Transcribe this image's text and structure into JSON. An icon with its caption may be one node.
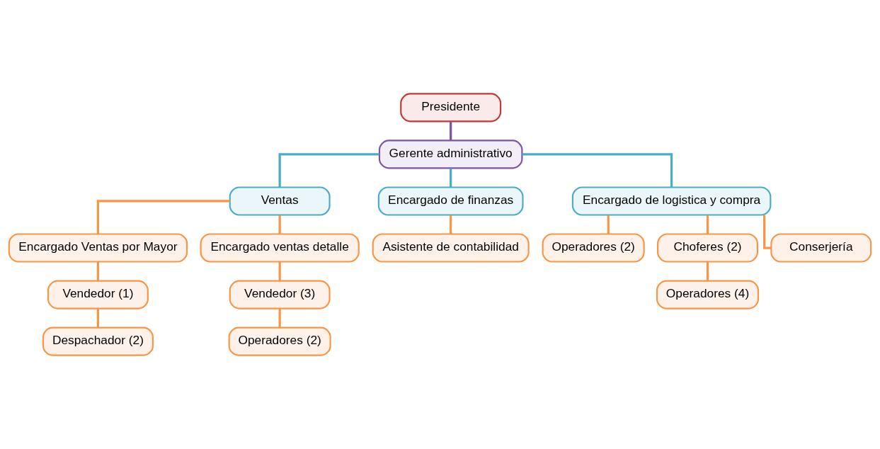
{
  "diagram": {
    "nodes": [
      {
        "text": [
          "Presidente"
        ]
      },
      {
        "text": [
          "Gerente administrativo"
        ]
      },
      {
        "text": [
          "Ventas"
        ]
      },
      {
        "text": [
          "Encargado de finanzas"
        ]
      },
      {
        "text": [
          "Encargado de logistica y compra"
        ]
      },
      {
        "text": [
          "Encargado Ventas por Mayor"
        ]
      },
      {
        "text": [
          "Encargado ventas detalle"
        ]
      },
      {
        "text": [
          "Vendedor (1)"
        ]
      },
      {
        "text": [
          "Despachador (2)"
        ]
      },
      {
        "text": [
          "Vendedor (3)"
        ]
      },
      {
        "text": [
          "Operadores (2)"
        ]
      },
      {
        "text": [
          "Asistente de contabilidad"
        ]
      },
      {
        "text": [
          "Operadores (2)"
        ]
      },
      {
        "text": [
          "Choferes (2)"
        ]
      },
      {
        "text": [
          "Conserjería"
        ]
      },
      {
        "text": [
          "Operadores (4)"
        ]
      }
    ],
    "edges": [
      {
        "from": 0,
        "to": 1,
        "arrow": "none",
        "color": "#7e55a4"
      },
      {
        "from": 1,
        "to": 2,
        "arrow": "none",
        "color": "#4bacc6"
      },
      {
        "from": 1,
        "to": 3,
        "arrow": "none",
        "color": "#4bacc6"
      },
      {
        "from": 1,
        "to": 4,
        "arrow": "none",
        "color": "#4bacc6"
      },
      {
        "from": 2,
        "to": 5,
        "arrow": "none"
      },
      {
        "from": 2,
        "to": 6,
        "arrow": "none"
      },
      {
        "from": 5,
        "to": 7,
        "arrow": "none"
      },
      {
        "from": 7,
        "to": 8,
        "arrow": "none"
      },
      {
        "from": 6,
        "to": 9,
        "arrow": "none"
      },
      {
        "from": 9,
        "to": 10,
        "arrow": "none"
      },
      {
        "from": 3,
        "to": 11,
        "arrow": "none"
      },
      {
        "from": 4,
        "to": 12,
        "arrow": "none"
      },
      {
        "from": 4,
        "to": 13,
        "arrow": "none"
      },
      {
        "from": 4,
        "to": 14,
        "arrow": "none"
      },
      {
        "from": 13,
        "to": 15,
        "arrow": "none"
      }
    ]
  }
}
